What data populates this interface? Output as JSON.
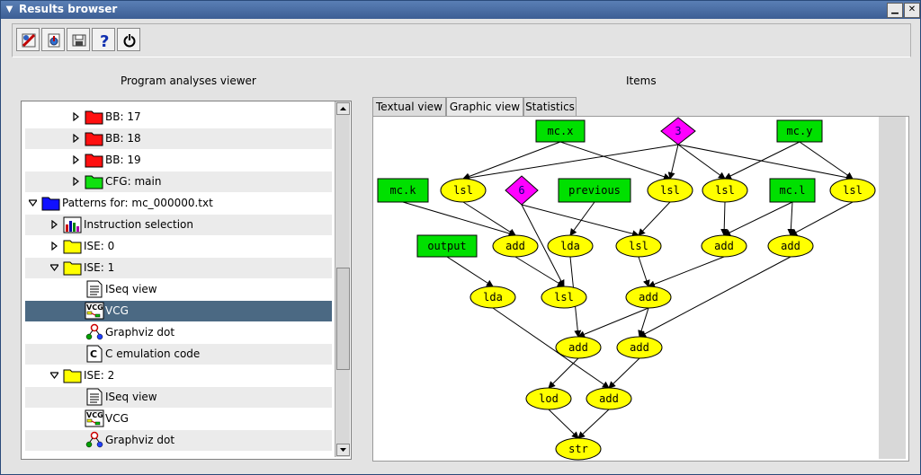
{
  "window": {
    "title": "Results browser"
  },
  "toolbar": {
    "buttons": [
      "tool-icon",
      "export-icon",
      "save-icon",
      "help-icon",
      "power-icon"
    ]
  },
  "left": {
    "heading": "Program analyses viewer"
  },
  "right": {
    "heading": "Items"
  },
  "tree": [
    {
      "label": "BB: 17",
      "icon": "red-folder-icon"
    },
    {
      "label": "BB: 18",
      "icon": "red-folder-icon"
    },
    {
      "label": "BB: 19",
      "icon": "red-folder-icon"
    },
    {
      "label": "CFG: main",
      "icon": "green-folder-icon"
    },
    {
      "label": "Patterns for: mc_000000.txt",
      "icon": "blue-folder-icon"
    },
    {
      "label": "Instruction selection",
      "icon": "chart-icon"
    },
    {
      "label": "ISE: 0",
      "icon": "yellow-folder-icon"
    },
    {
      "label": "ISE: 1",
      "icon": "yellow-folder-icon"
    },
    {
      "label": "ISeq view",
      "icon": "document-icon"
    },
    {
      "label": "VCG",
      "icon": "vcg-icon",
      "selected": true
    },
    {
      "label": "Graphviz dot",
      "icon": "graphviz-icon"
    },
    {
      "label": "C emulation code",
      "icon": "c-code-icon"
    },
    {
      "label": "ISE: 2",
      "icon": "yellow-folder-icon"
    },
    {
      "label": "ISeq view",
      "icon": "document-icon"
    },
    {
      "label": "VCG",
      "icon": "vcg-icon"
    },
    {
      "label": "Graphviz dot",
      "icon": "graphviz-icon"
    }
  ],
  "tabs": [
    {
      "label": "Textual view"
    },
    {
      "label": "Graphic view",
      "active": true
    },
    {
      "label": "Statistics"
    }
  ],
  "graph": {
    "colors": {
      "input": "#00e000",
      "op": "#ffff00",
      "const": "#ff00ff"
    },
    "nodes": {
      "mcx": {
        "label": "mc.x",
        "kind": "input"
      },
      "c3": {
        "label": "3",
        "kind": "const"
      },
      "mcy": {
        "label": "mc.y",
        "kind": "input"
      },
      "mck": {
        "label": "mc.k",
        "kind": "input"
      },
      "lsl1": {
        "label": "lsl",
        "kind": "op"
      },
      "c6": {
        "label": "6",
        "kind": "const"
      },
      "prev": {
        "label": "previous",
        "kind": "input"
      },
      "lsl2": {
        "label": "lsl",
        "kind": "op"
      },
      "lsl3": {
        "label": "lsl",
        "kind": "op"
      },
      "mcl": {
        "label": "mc.l",
        "kind": "input"
      },
      "lsl4": {
        "label": "lsl",
        "kind": "op"
      },
      "output": {
        "label": "output",
        "kind": "input"
      },
      "add1": {
        "label": "add",
        "kind": "op"
      },
      "lda1": {
        "label": "lda",
        "kind": "op"
      },
      "lsl5": {
        "label": "lsl",
        "kind": "op"
      },
      "add2": {
        "label": "add",
        "kind": "op"
      },
      "add3": {
        "label": "add",
        "kind": "op"
      },
      "lda2": {
        "label": "lda",
        "kind": "op"
      },
      "lsl6": {
        "label": "lsl",
        "kind": "op"
      },
      "add4": {
        "label": "add",
        "kind": "op"
      },
      "add5": {
        "label": "add",
        "kind": "op"
      },
      "add6": {
        "label": "add",
        "kind": "op"
      },
      "lod": {
        "label": "lod",
        "kind": "op"
      },
      "add7": {
        "label": "add",
        "kind": "op"
      },
      "str": {
        "label": "str",
        "kind": "op"
      }
    },
    "edges": [
      [
        "mcx",
        "lsl1"
      ],
      [
        "mcx",
        "lsl2"
      ],
      [
        "c3",
        "lsl1"
      ],
      [
        "c3",
        "lsl2"
      ],
      [
        "c3",
        "lsl3"
      ],
      [
        "c3",
        "lsl4"
      ],
      [
        "mcy",
        "lsl3"
      ],
      [
        "mcy",
        "lsl4"
      ],
      [
        "mck",
        "add1"
      ],
      [
        "lsl1",
        "add1"
      ],
      [
        "c6",
        "lsl6"
      ],
      [
        "c6",
        "lsl5"
      ],
      [
        "prev",
        "lda1"
      ],
      [
        "lsl2",
        "lsl5"
      ],
      [
        "lsl3",
        "add2"
      ],
      [
        "mcl",
        "add2"
      ],
      [
        "mcl",
        "add3"
      ],
      [
        "lsl4",
        "add3"
      ],
      [
        "output",
        "lda2"
      ],
      [
        "add1",
        "lsl6"
      ],
      [
        "lda1",
        "add5"
      ],
      [
        "lsl5",
        "add4"
      ],
      [
        "add2",
        "add4"
      ],
      [
        "add3",
        "add6"
      ],
      [
        "lda2",
        "add7"
      ],
      [
        "add4",
        "add5"
      ],
      [
        "add4",
        "add6"
      ],
      [
        "add5",
        "lod"
      ],
      [
        "add6",
        "add7"
      ],
      [
        "lod",
        "str"
      ],
      [
        "add7",
        "str"
      ]
    ]
  }
}
